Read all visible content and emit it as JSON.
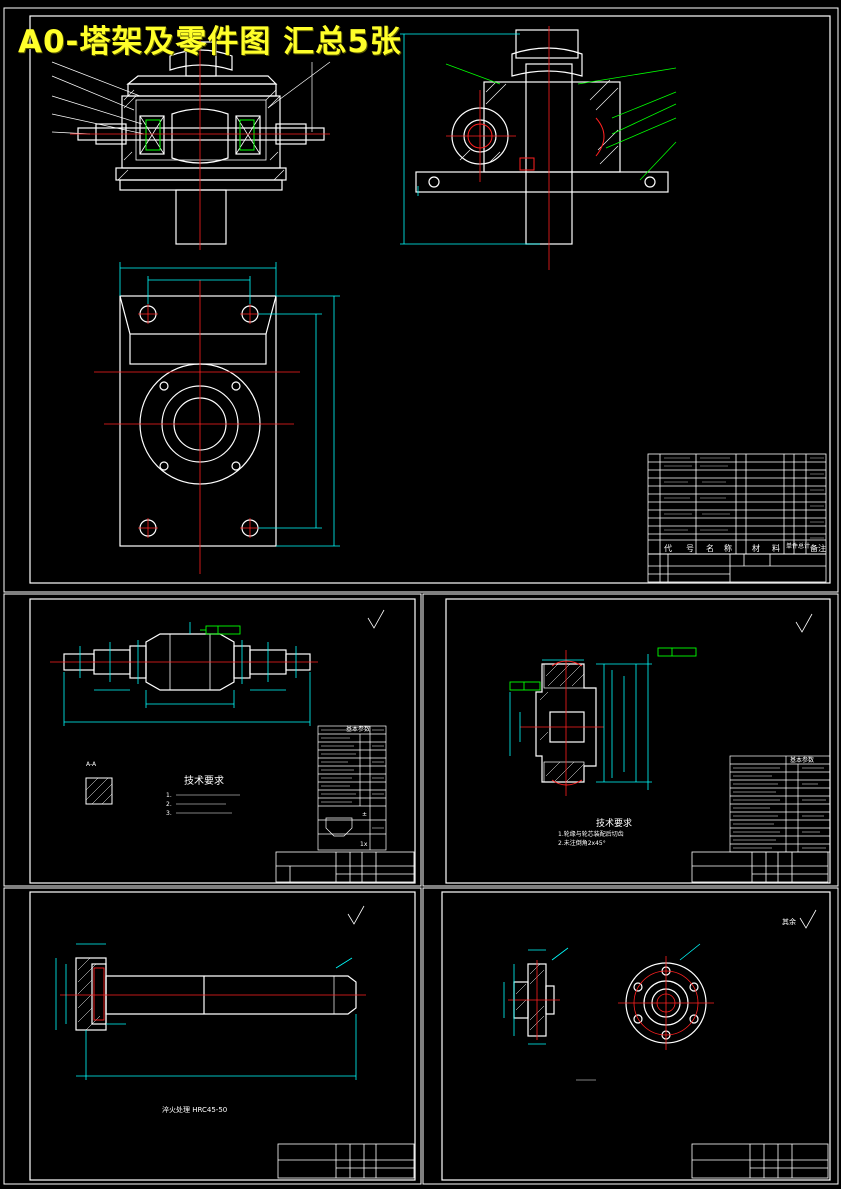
{
  "banner": {
    "title": "A0-塔架及零件图  汇总5张"
  },
  "colors": {
    "background": "#000000",
    "outline": "#ffffff",
    "center": "#ff2020",
    "dimension": "#00ffff",
    "leader": "#00ff00",
    "title": "#ffff2a"
  },
  "sheet1": {
    "tb_header": [
      "代",
      "号",
      "名",
      "称",
      "材",
      "料",
      "单件",
      "总计",
      "备注"
    ]
  },
  "sheet2": {
    "tech_title": "技术要求",
    "tech_notes": [
      "1.",
      "2.",
      "3."
    ],
    "section": "A-A",
    "params_title": "基本参数",
    "block_ids": [
      "±",
      "1x"
    ]
  },
  "sheet3": {
    "tech_title": "技术要求",
    "tech_notes": [
      "1.轮缘与轮芯装配后切齿",
      "2.未注倒角2x45°"
    ],
    "params_title": "基本参数"
  },
  "sheet4": {
    "caption": "淬火处理 HRC45-50"
  },
  "sheet5": {
    "caption": "其余"
  }
}
